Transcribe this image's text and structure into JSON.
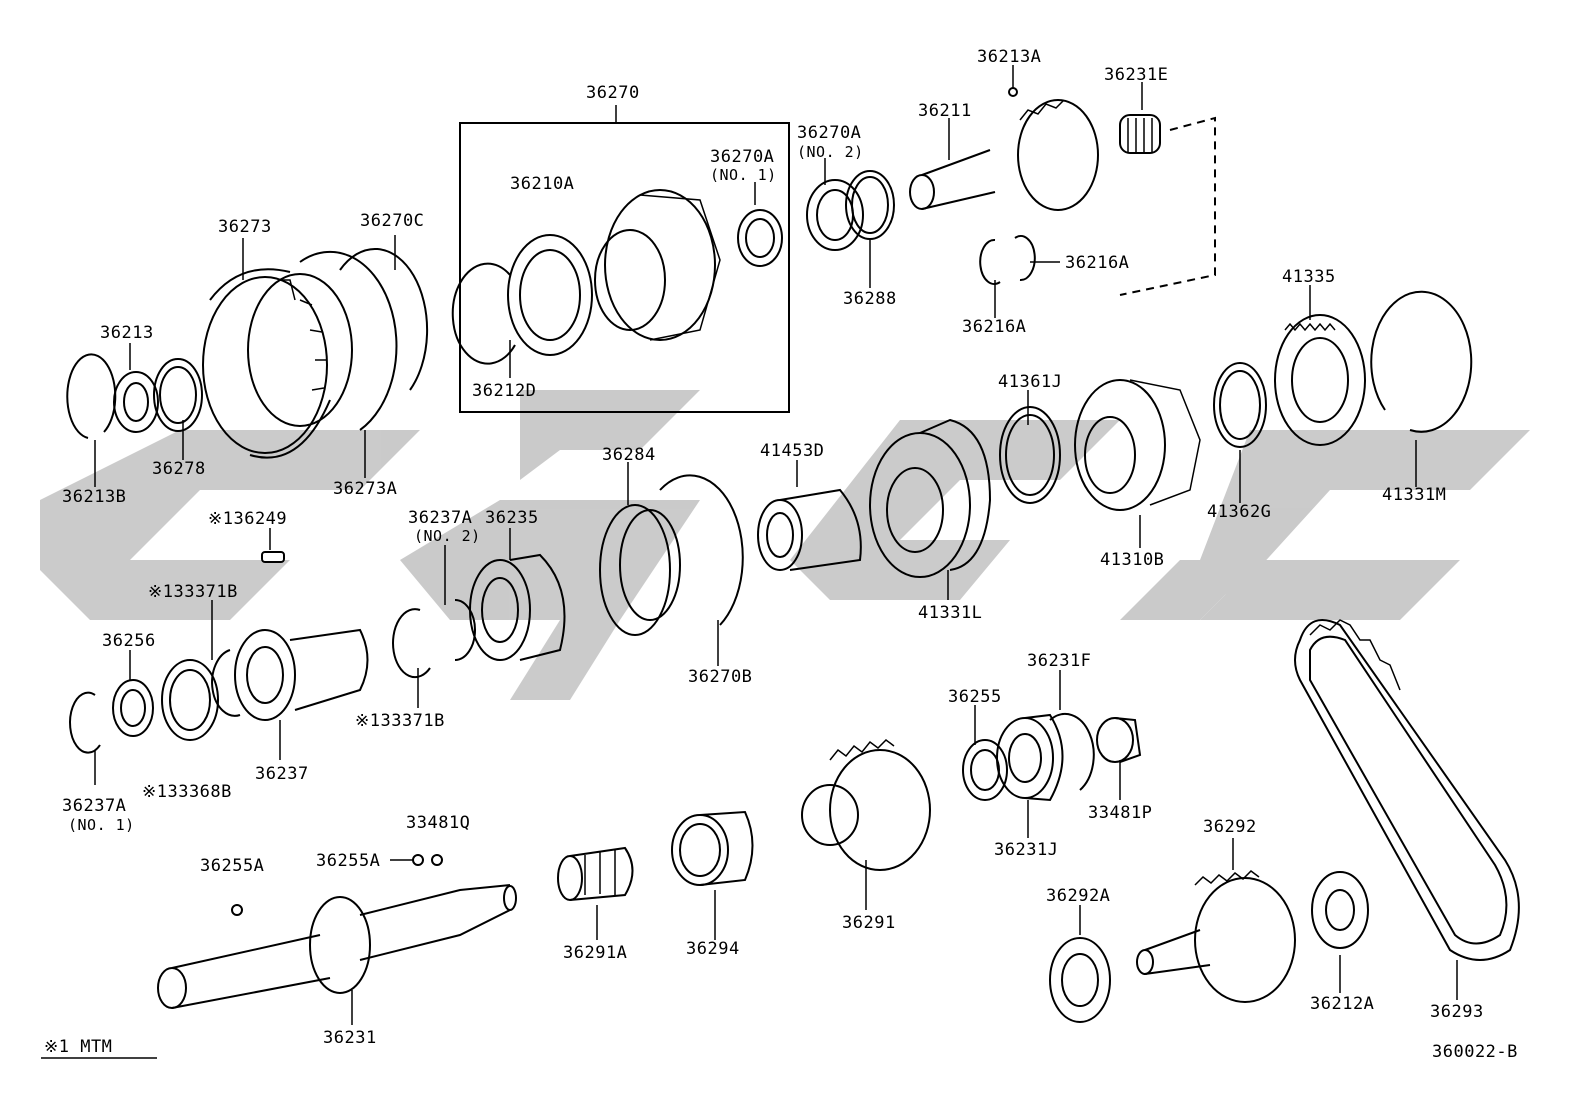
{
  "diagram_id": "360022-B",
  "legend": "※1 MTM",
  "watermark": {
    "color": "#c8c8c8"
  },
  "labels": {
    "p36270": "36270",
    "p36213A": "36213A",
    "p36231E": "36231E",
    "p36211": "36211",
    "p36270A_2": "36270A",
    "p36270A_2_note": "(NO. 2)",
    "p36270A_1": "36270A",
    "p36270A_1_note": "(NO. 1)",
    "p36210A": "36210A",
    "p36273": "36273",
    "p36270C": "36270C",
    "p36213": "36213",
    "p36288": "36288",
    "p36216A_a": "36216A",
    "p36216A_b": "36216A",
    "p41335": "41335",
    "p36212D": "36212D",
    "p41361J": "41361J",
    "p36278": "36278",
    "p36213B": "36213B",
    "p36273A": "36273A",
    "p36284": "36284",
    "p41453D": "41453D",
    "p41331M": "41331M",
    "p41362G": "41362G",
    "p136249": "※136249",
    "p36237A_2": "36237A",
    "p36237A_2_note": "(NO. 2)",
    "p36235": "36235",
    "p41310B": "41310B",
    "p133371B_a": "※133371B",
    "p41331L": "41331L",
    "p36256": "36256",
    "p36270B": "36270B",
    "p36231F": "36231F",
    "p36255": "36255",
    "p133371B_b": "※133371B",
    "p36237": "36237",
    "p36237A_1": "36237A",
    "p36237A_1_note": "(NO. 1)",
    "p133368B": "※133368B",
    "p33481P": "33481P",
    "p33481Q": "33481Q",
    "p36255A_a": "36255A",
    "p36255A_b": "36255A",
    "p36231J": "36231J",
    "p36292": "36292",
    "p36292A": "36292A",
    "p36291": "36291",
    "p36291A": "36291A",
    "p36294": "36294",
    "p36212A": "36212A",
    "p36293": "36293",
    "p36231": "36231"
  }
}
